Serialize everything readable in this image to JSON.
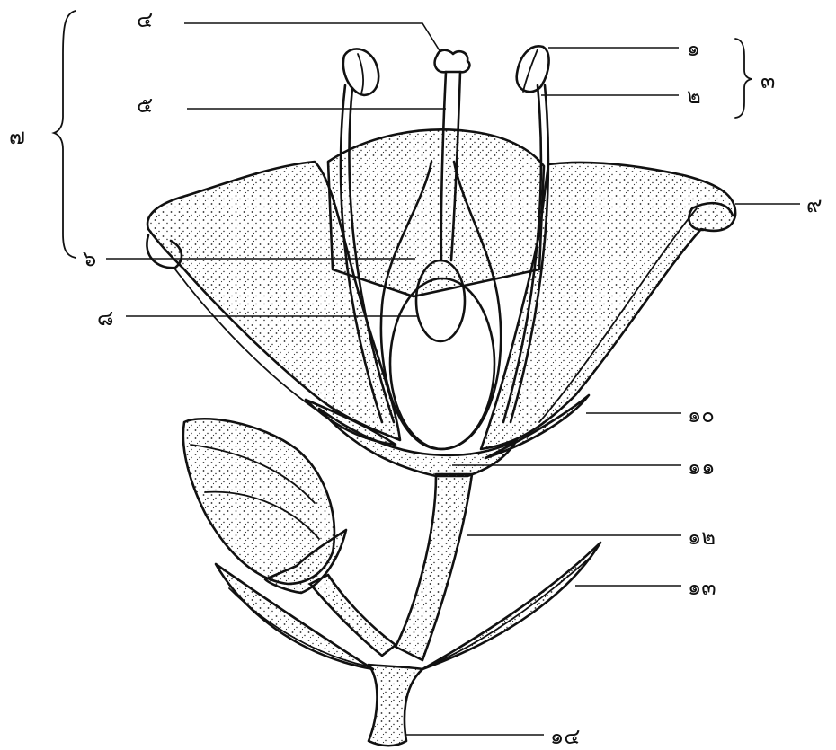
{
  "labels": {
    "l1": "๑",
    "l2": "๒",
    "l3": "๓",
    "l4": "๔",
    "l5": "๕",
    "l6": "๖",
    "l7": "๗",
    "l8": "๘",
    "l9": "๙",
    "l10": "๑๐",
    "l11": "๑๑",
    "l12": "๑๒",
    "l13": "๑๓",
    "l14": "๑๔"
  }
}
